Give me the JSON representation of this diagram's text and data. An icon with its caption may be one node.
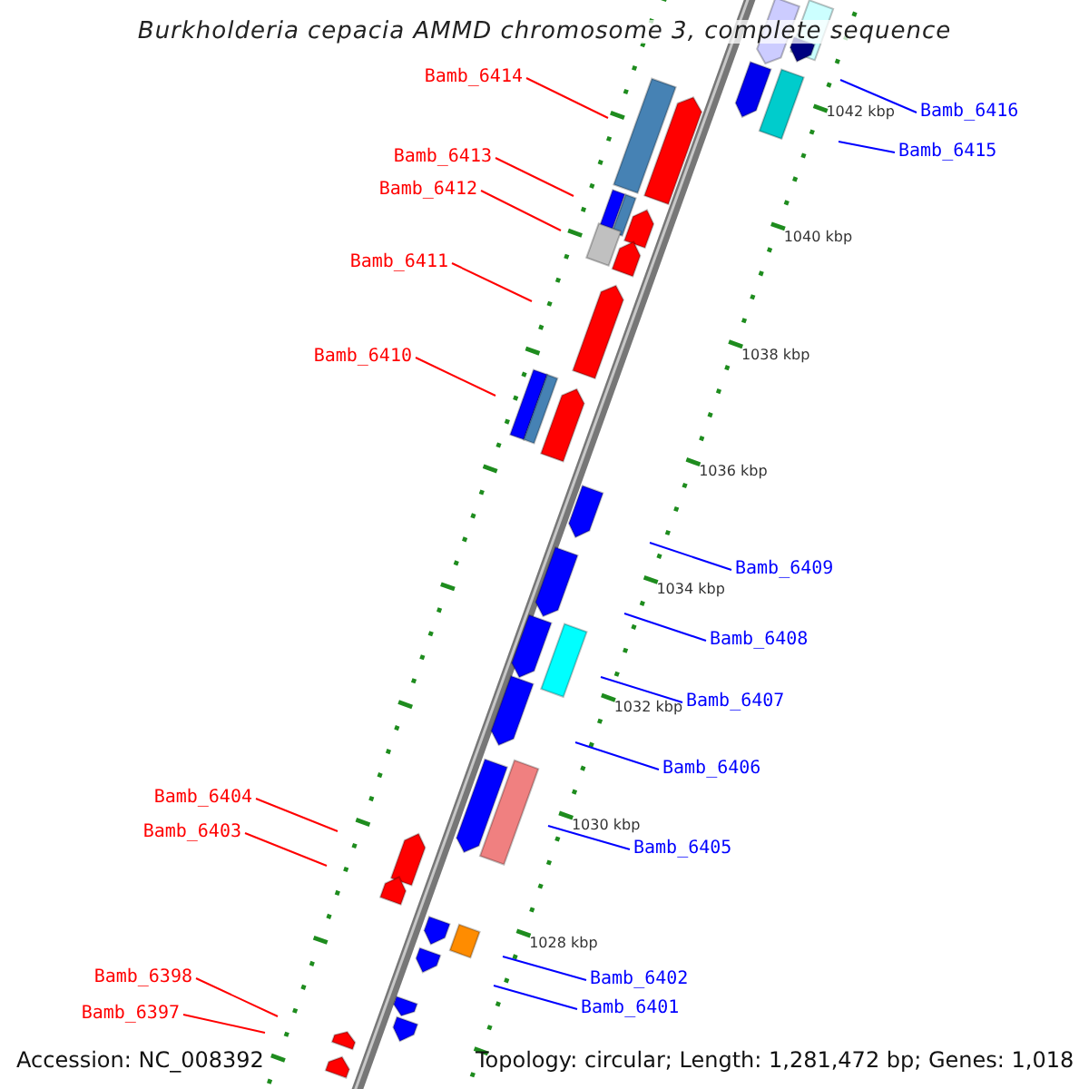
{
  "diagram": {
    "title": "Burkholderia cepacia AMMD chromosome 3, complete sequence",
    "nodes": [
      {
        "text": [
          "Bamb_6414"
        ]
      },
      {
        "text": [
          "Bamb_6416"
        ]
      },
      {
        "text": [
          "Bamb_6415"
        ]
      },
      {
        "text": [
          "Bamb_6413"
        ]
      },
      {
        "text": [
          "Bamb_6412"
        ]
      },
      {
        "text": [
          "Bamb_6411"
        ]
      },
      {
        "text": [
          "Bamb_6410"
        ]
      },
      {
        "text": [
          "Bamb_6409"
        ]
      },
      {
        "text": [
          "Bamb_6408"
        ]
      },
      {
        "text": [
          "Bamb_6407"
        ]
      },
      {
        "text": [
          "Bamb_6406"
        ]
      },
      {
        "text": [
          "Bamb_6404"
        ]
      },
      {
        "text": [
          "Bamb_6403"
        ]
      },
      {
        "text": [
          "Bamb_6405"
        ]
      },
      {
        "text": [
          "Bamb_6398"
        ]
      },
      {
        "text": [
          "Bamb_6402"
        ]
      },
      {
        "text": [
          "Bamb_6401"
        ]
      },
      {
        "text": [
          "Bamb_6397"
        ]
      }
    ],
    "edges": [
      {
        "from": 0,
        "to": null,
        "arrow": "none",
        "color": "#ff0000"
      },
      {
        "from": 1,
        "to": null,
        "arrow": "none",
        "color": "#0000ff"
      },
      {
        "from": 2,
        "to": null,
        "arrow": "none",
        "color": "#0000ff"
      },
      {
        "from": 3,
        "to": null,
        "arrow": "none",
        "color": "#ff0000"
      },
      {
        "from": 4,
        "to": null,
        "arrow": "none",
        "color": "#ff0000"
      },
      {
        "from": 5,
        "to": null,
        "arrow": "none",
        "color": "#ff0000"
      },
      {
        "from": 6,
        "to": null,
        "arrow": "none",
        "color": "#ff0000"
      },
      {
        "from": 7,
        "to": null,
        "arrow": "none",
        "color": "#0000ff"
      },
      {
        "from": 8,
        "to": null,
        "arrow": "none",
        "color": "#0000ff"
      },
      {
        "from": 9,
        "to": null,
        "arrow": "none",
        "color": "#0000ff"
      },
      {
        "from": 10,
        "to": null,
        "arrow": "none",
        "color": "#0000ff"
      },
      {
        "from": 11,
        "to": null,
        "arrow": "none",
        "color": "#ff0000"
      },
      {
        "from": 12,
        "to": null,
        "arrow": "none",
        "color": "#ff0000"
      },
      {
        "from": 13,
        "to": null,
        "arrow": "none",
        "color": "#0000ff"
      },
      {
        "from": 14,
        "to": null,
        "arrow": "none",
        "color": "#ff0000"
      },
      {
        "from": 15,
        "to": null,
        "arrow": "none",
        "color": "#0000ff"
      },
      {
        "from": 16,
        "to": null,
        "arrow": "none",
        "color": "#0000ff"
      },
      {
        "from": 17,
        "to": null,
        "arrow": "none",
        "color": "#ff0000"
      }
    ],
    "labels": [
      "1042 kbp",
      "1040 kbp",
      "1038 kbp",
      "1036 kbp",
      "1034 kbp",
      "1032 kbp",
      "1030 kbp",
      "1028 kbp",
      "Accession: NC_008392",
      "Topology: circular; Length: 1,281,472 bp; Genes: 1,018"
    ]
  }
}
